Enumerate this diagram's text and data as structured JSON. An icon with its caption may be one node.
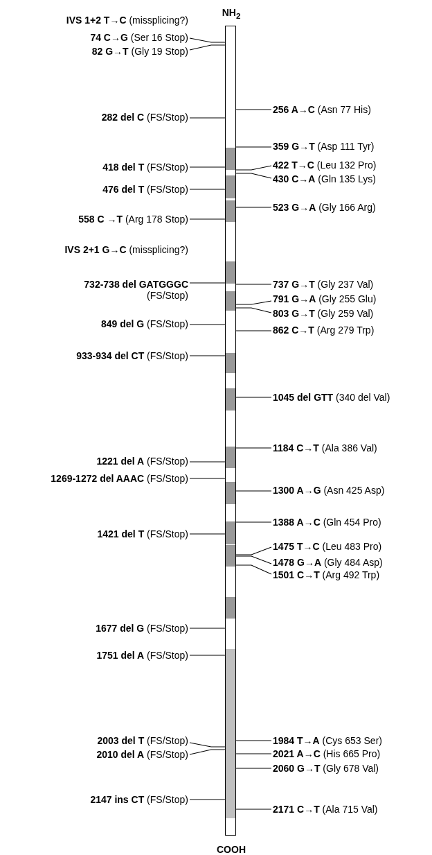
{
  "diagram": {
    "nodes": [
      {
        "text": [],
        "shape": "bar"
      },
      {
        "text": [
          "**74 C→G** (Ser 16 Stop)"
        ]
      },
      {
        "text": [
          "**82 G→T** (Gly 19 Stop)"
        ]
      },
      {
        "text": [
          "**282 del C** (FS/Stop)"
        ]
      },
      {
        "text": [
          "**418 del T** (FS/Stop)"
        ]
      },
      {
        "text": [
          "**476 del T** (FS/Stop)"
        ]
      },
      {
        "text": [
          "**558 C →T** (Arg 178 Stop)"
        ]
      },
      {
        "text": [
          "**732-738 del GATGGGC** (FS/Stop)"
        ]
      },
      {
        "text": [
          "**849 del G** (FS/Stop)"
        ]
      },
      {
        "text": [
          "**933-934 del CT** (FS/Stop)"
        ]
      },
      {
        "text": [
          "**1221 del A** (FS/Stop)"
        ]
      },
      {
        "text": [
          "**1269-1272 del AAAC** (FS/Stop)"
        ]
      },
      {
        "text": [
          "**1421 del T** (FS/Stop)"
        ]
      },
      {
        "text": [
          "**1677 del G** (FS/Stop)"
        ]
      },
      {
        "text": [
          "**1751 del A** (FS/Stop)"
        ]
      },
      {
        "text": [
          "**2003 del T** (FS/Stop)"
        ]
      },
      {
        "text": [
          "**2010 del A** (FS/Stop)"
        ]
      },
      {
        "text": [
          "**2147 ins CT** (FS/Stop)"
        ]
      },
      {
        "text": [
          "**256 A→C** (Asn 77 His)"
        ]
      },
      {
        "text": [
          "**359 G→T** (Asp 111 Tyr)"
        ]
      },
      {
        "text": [
          "**422 T→C** (Leu 132 Pro)"
        ]
      },
      {
        "text": [
          "**430 C→A** (Gln 135 Lys)"
        ]
      },
      {
        "text": [
          "**523 G→A** (Gly 166 Arg)"
        ]
      },
      {
        "text": [
          "**737 G→T** (Gly 237 Val)"
        ]
      },
      {
        "text": [
          "**791 G→A** (Gly 255 Glu)"
        ]
      },
      {
        "text": [
          "**803 G→T** (Gly 259 Val)"
        ]
      },
      {
        "text": [
          "**862 C→T** (Arg 279 Trp)"
        ]
      },
      {
        "text": [
          "**1045 del GTT** (340 del Val)"
        ]
      },
      {
        "text": [
          "**1184 C→T** (Ala 386 Val)"
        ]
      },
      {
        "text": [
          "**1300 A→G** (Asn 425 Asp)"
        ]
      },
      {
        "text": [
          "**1388 A→C** (Gln 454 Pro)"
        ]
      },
      {
        "text": [
          "**1475 T→C** (Leu 483 Pro)"
        ]
      },
      {
        "text": [
          "**1478 G→A** (Gly 484 Asp)"
        ]
      },
      {
        "text": [
          "**1501 C→T** (Arg 492 Trp)"
        ]
      },
      {
        "text": [
          "**1984 T→A** (Cys 653 Ser)"
        ]
      },
      {
        "text": [
          "**2021 A→C** (His 665 Pro)"
        ]
      },
      {
        "text": [
          "**2060 G→T** (Gly 678 Val)"
        ]
      },
      {
        "text": [
          "**2171 C→T** (Ala 715 Val)"
        ]
      }
    ],
    "edges": [
      {
        "from": 1,
        "to": 0,
        "arrow": "none"
      },
      {
        "from": 2,
        "to": 0,
        "arrow": "none"
      },
      {
        "from": 3,
        "to": 0,
        "arrow": "none"
      },
      {
        "from": 4,
        "to": 0,
        "arrow": "none"
      },
      {
        "from": 5,
        "to": 0,
        "arrow": "none"
      },
      {
        "from": 6,
        "to": 0,
        "arrow": "none"
      },
      {
        "from": 7,
        "to": 0,
        "arrow": "none"
      },
      {
        "from": 8,
        "to": 0,
        "arrow": "none"
      },
      {
        "from": 9,
        "to": 0,
        "arrow": "none"
      },
      {
        "from": 10,
        "to": 0,
        "arrow": "none"
      },
      {
        "from": 11,
        "to": 0,
        "arrow": "none"
      },
      {
        "from": 12,
        "to": 0,
        "arrow": "none"
      },
      {
        "from": 13,
        "to": 0,
        "arrow": "none"
      },
      {
        "from": 14,
        "to": 0,
        "arrow": "none"
      },
      {
        "from": 15,
        "to": 0,
        "arrow": "none"
      },
      {
        "from": 16,
        "to": 0,
        "arrow": "none"
      },
      {
        "from": 17,
        "to": 0,
        "arrow": "none"
      },
      {
        "from": 18,
        "to": 0,
        "arrow": "none"
      },
      {
        "from": 19,
        "to": 0,
        "arrow": "none"
      },
      {
        "from": 20,
        "to": 0,
        "arrow": "none"
      },
      {
        "from": 21,
        "to": 0,
        "arrow": "none"
      },
      {
        "from": 22,
        "to": 0,
        "arrow": "none"
      },
      {
        "from": 23,
        "to": 0,
        "arrow": "none"
      },
      {
        "from": 24,
        "to": 0,
        "arrow": "none"
      },
      {
        "from": 25,
        "to": 0,
        "arrow": "none"
      },
      {
        "from": 26,
        "to": 0,
        "arrow": "none"
      },
      {
        "from": 27,
        "to": 0,
        "arrow": "none"
      },
      {
        "from": 28,
        "to": 0,
        "arrow": "none"
      },
      {
        "from": 29,
        "to": 0,
        "arrow": "none"
      },
      {
        "from": 30,
        "to": 0,
        "arrow": "none"
      },
      {
        "from": 31,
        "to": 0,
        "arrow": "none"
      },
      {
        "from": 32,
        "to": 0,
        "arrow": "none"
      },
      {
        "from": 33,
        "to": 0,
        "arrow": "none"
      },
      {
        "from": 34,
        "to": 0,
        "arrow": "none"
      },
      {
        "from": 35,
        "to": 0,
        "arrow": "none"
      },
      {
        "from": 36,
        "to": 0,
        "arrow": "none"
      },
      {
        "from": 37,
        "to": 0,
        "arrow": "none"
      }
    ],
    "labels": [
      "NH$_{2}$",
      "**IVS 1+2 T→C** (missplicing?)",
      "**IVS 2+1 G→C** (missplicing?)",
      "COOH"
    ]
  }
}
